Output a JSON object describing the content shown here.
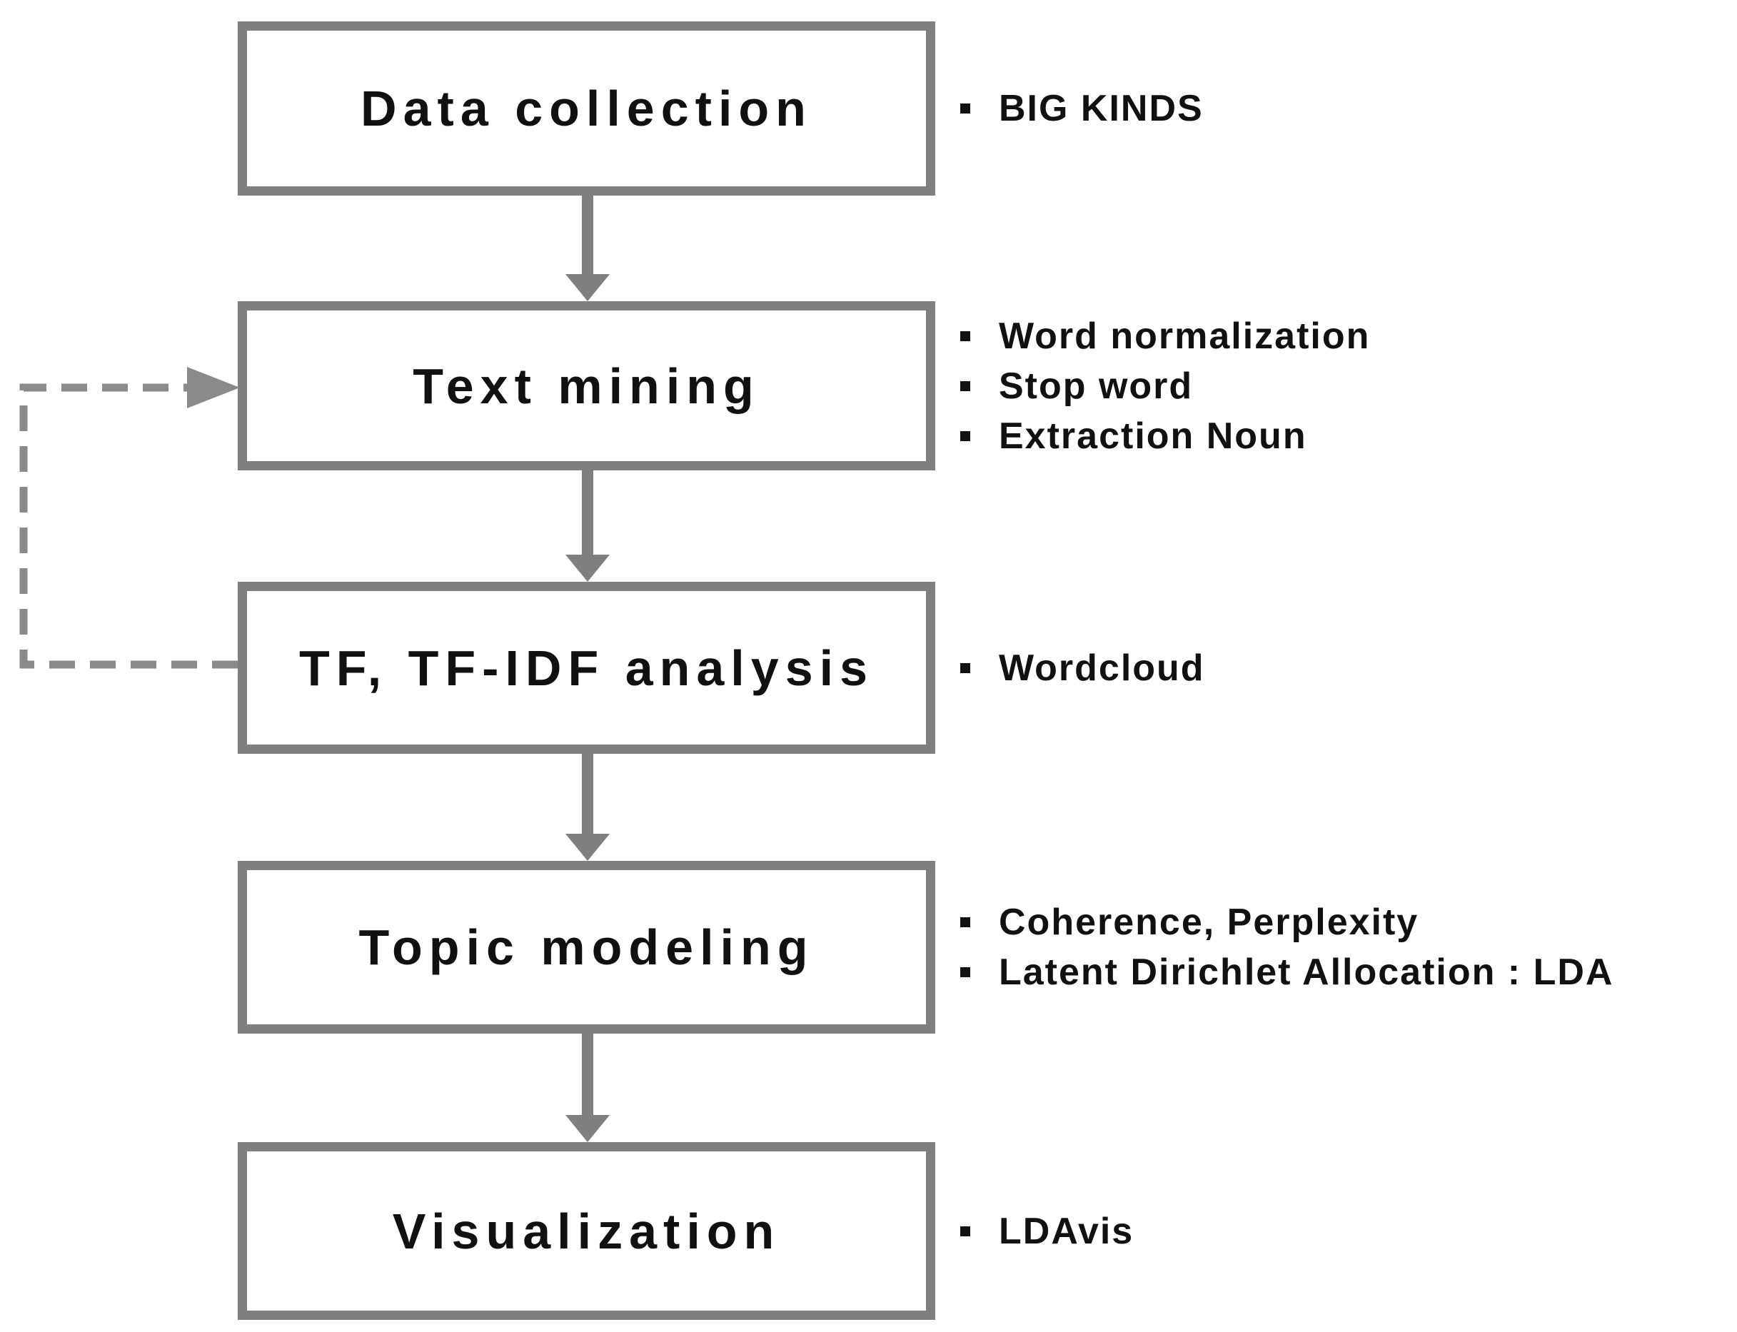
{
  "colors": {
    "box_border": "#7f7f7f",
    "arrow": "#7f7f7f",
    "dashed": "#8a8a8a",
    "text": "#111111",
    "background": "#ffffff"
  },
  "diagram": {
    "type": "flowchart",
    "steps": [
      {
        "label": "Data collection",
        "notes": [
          "BIG KINDS"
        ]
      },
      {
        "label": "Text mining",
        "notes": [
          "Word normalization",
          "Stop word",
          "Extraction Noun"
        ]
      },
      {
        "label": "TF, TF-IDF analysis",
        "notes": [
          "Wordcloud"
        ]
      },
      {
        "label": "Topic modeling",
        "notes": [
          "Coherence, Perplexity",
          "Latent Dirichlet Allocation : LDA"
        ]
      },
      {
        "label": "Visualization",
        "notes": [
          "LDAvis"
        ]
      }
    ],
    "connections": [
      {
        "from": "Data collection",
        "to": "Text mining",
        "style": "solid-arrow"
      },
      {
        "from": "Text mining",
        "to": "TF, TF-IDF analysis",
        "style": "solid-arrow"
      },
      {
        "from": "TF, TF-IDF analysis",
        "to": "Topic modeling",
        "style": "solid-arrow"
      },
      {
        "from": "Topic modeling",
        "to": "Visualization",
        "style": "solid-arrow"
      },
      {
        "from": "TF, TF-IDF analysis",
        "to": "Text mining",
        "style": "dashed-feedback-arrow"
      }
    ]
  }
}
